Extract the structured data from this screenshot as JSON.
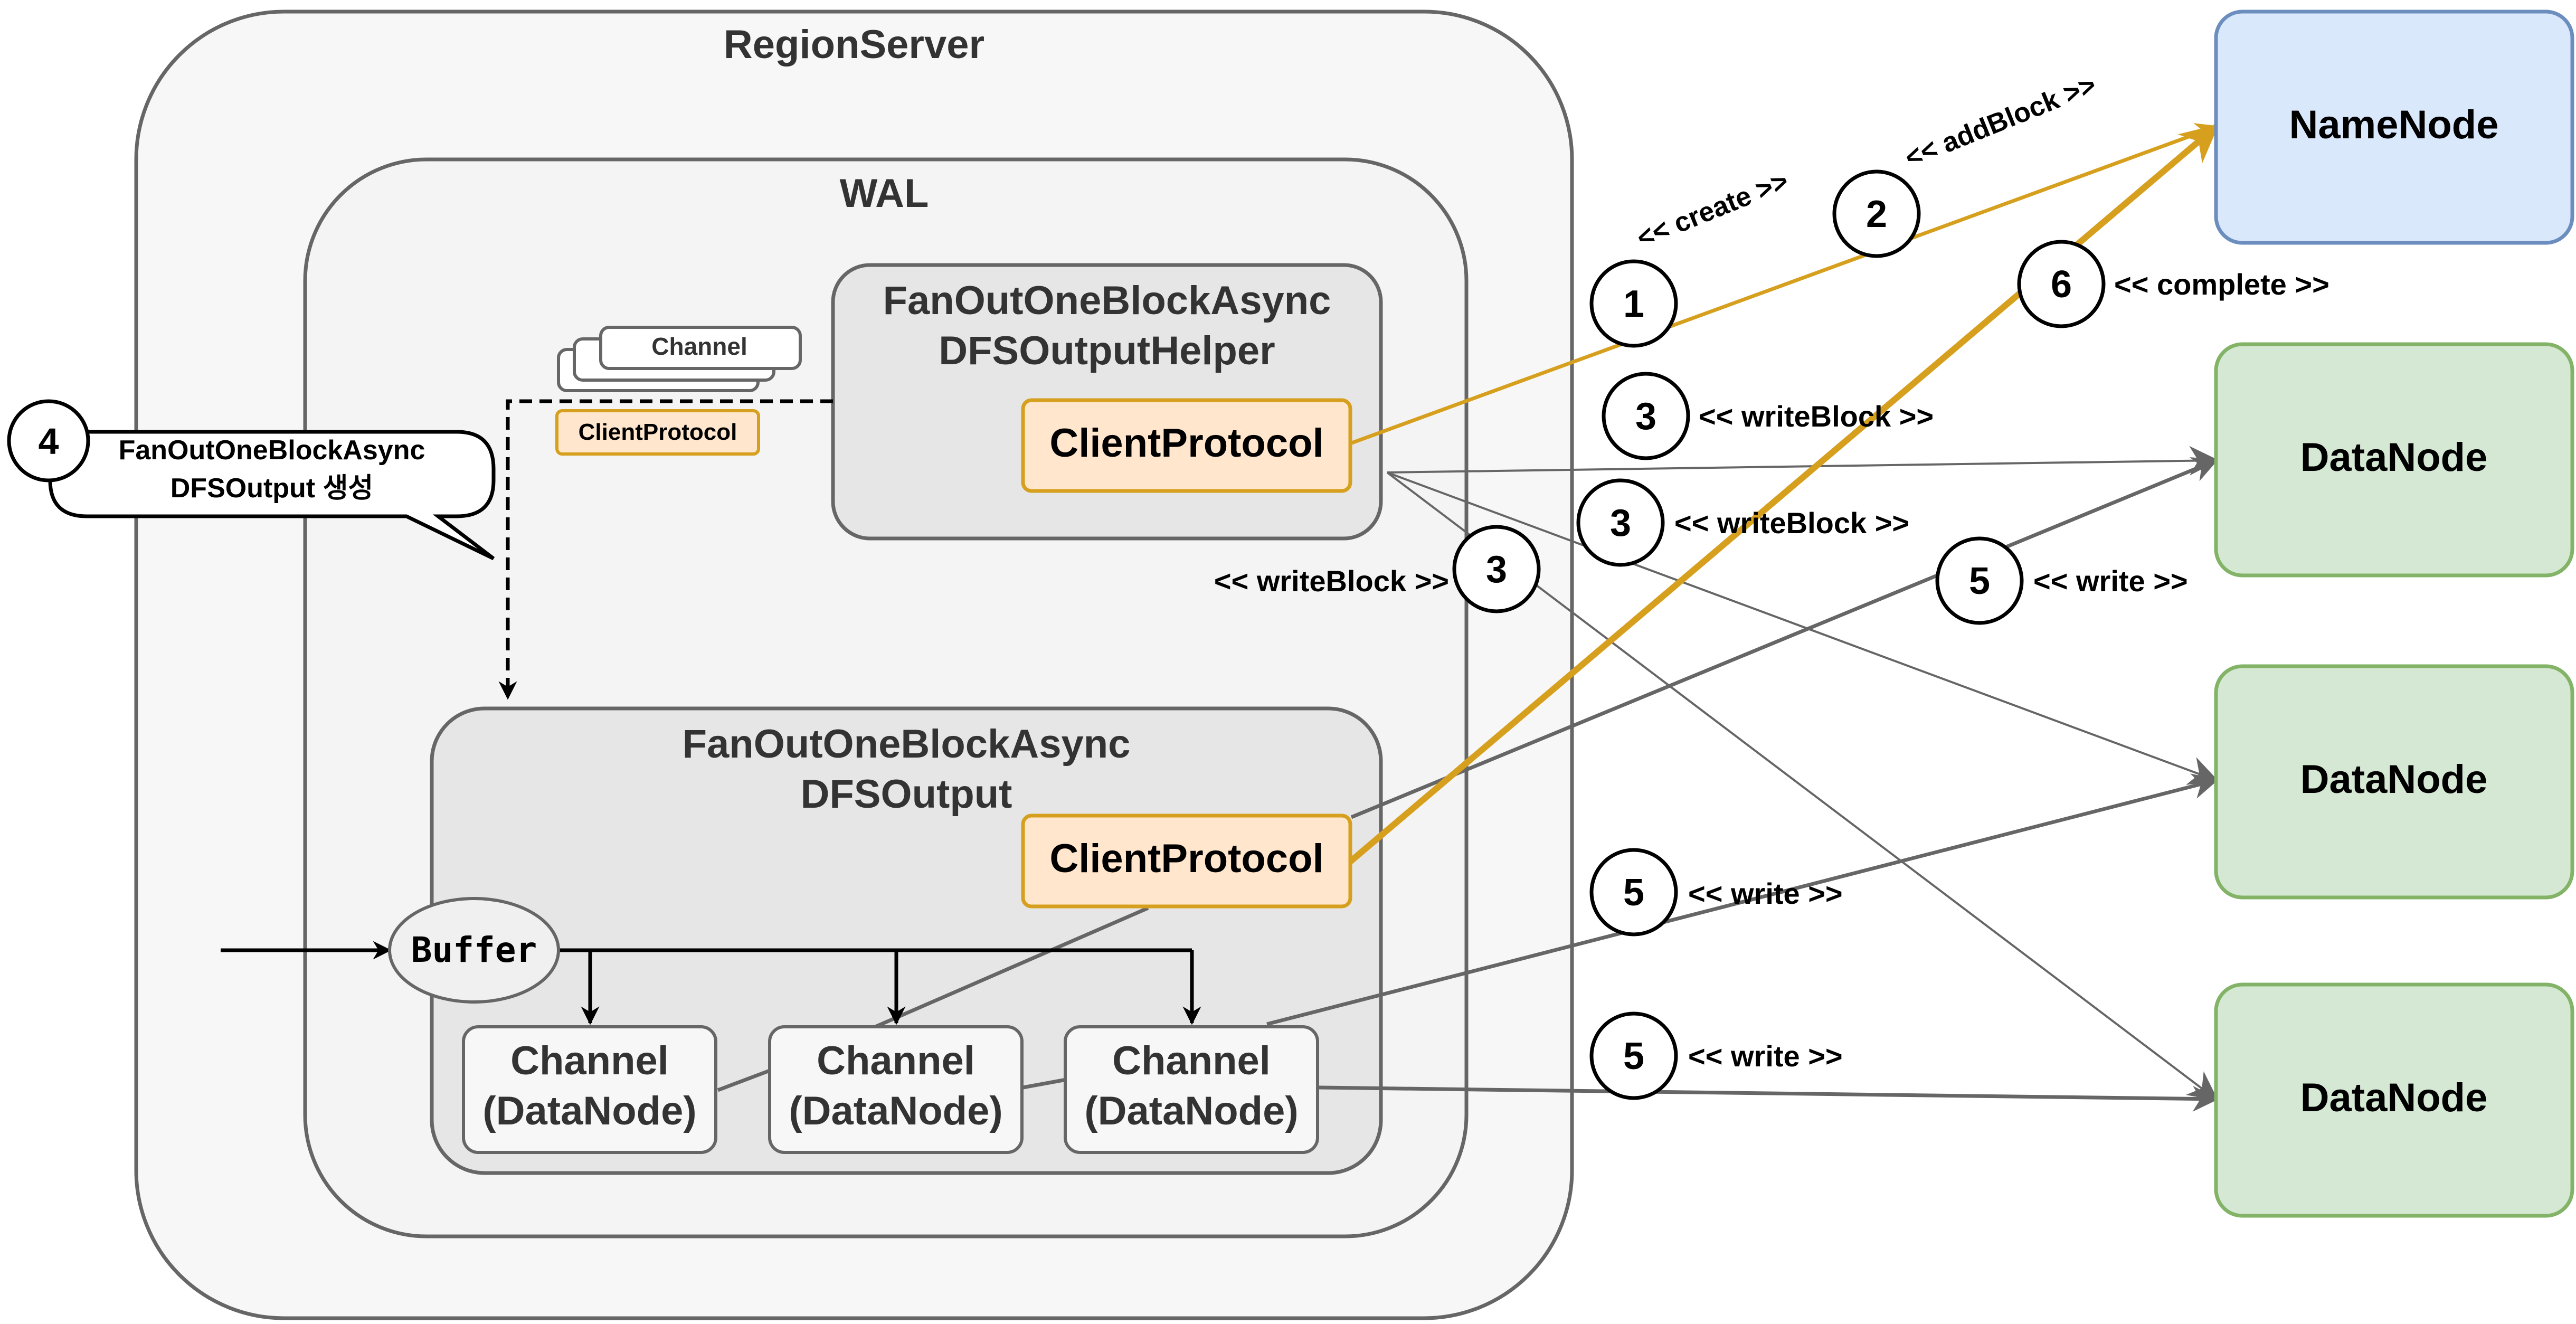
{
  "diagram": {
    "region_server": {
      "title": "RegionServer"
    },
    "wal": {
      "title": "WAL"
    },
    "helper": {
      "title_line1": "FanOutOneBlockAsync",
      "title_line2": "DFSOutputHelper",
      "client_protocol": "ClientProtocol"
    },
    "stack": {
      "channel": "Channel",
      "client_protocol": "ClientProtocol"
    },
    "callout": {
      "step": "4",
      "line1": "FanOutOneBlockAsync",
      "line2": "DFSOutput 생성"
    },
    "output": {
      "title_line1": "FanOutOneBlockAsync",
      "title_line2": "DFSOutput",
      "client_protocol": "ClientProtocol",
      "buffer": "Buffer",
      "channels": [
        {
          "line1": "Channel",
          "line2": "(DataNode)"
        },
        {
          "line1": "Channel",
          "line2": "(DataNode)"
        },
        {
          "line1": "Channel",
          "line2": "(DataNode)"
        }
      ]
    },
    "namenode": {
      "label": "NameNode"
    },
    "datanodes": [
      {
        "label": "DataNode"
      },
      {
        "label": "DataNode"
      },
      {
        "label": "DataNode"
      }
    ],
    "steps": [
      {
        "num": "1",
        "label": "<< create >>"
      },
      {
        "num": "2",
        "label": "<< addBlock >>"
      },
      {
        "num": "3",
        "label": "<< writeBlock >>"
      },
      {
        "num": "3",
        "label": "<< writeBlock >>"
      },
      {
        "num": "3",
        "label": "<< writeBlock >>"
      },
      {
        "num": "5",
        "label": "<< write >>"
      },
      {
        "num": "5",
        "label": "<< write >>"
      },
      {
        "num": "5",
        "label": "<< write >>"
      },
      {
        "num": "6",
        "label": "<< complete >>"
      }
    ],
    "colors": {
      "orange": "#D6A01E",
      "gray_line": "#666666",
      "namenode_fill": "#DAE8FC",
      "namenode_stroke": "#6C8EBF",
      "datanode_fill": "#D5E8D4",
      "datanode_stroke": "#82B366",
      "client_fill": "#FFE6CC"
    }
  }
}
